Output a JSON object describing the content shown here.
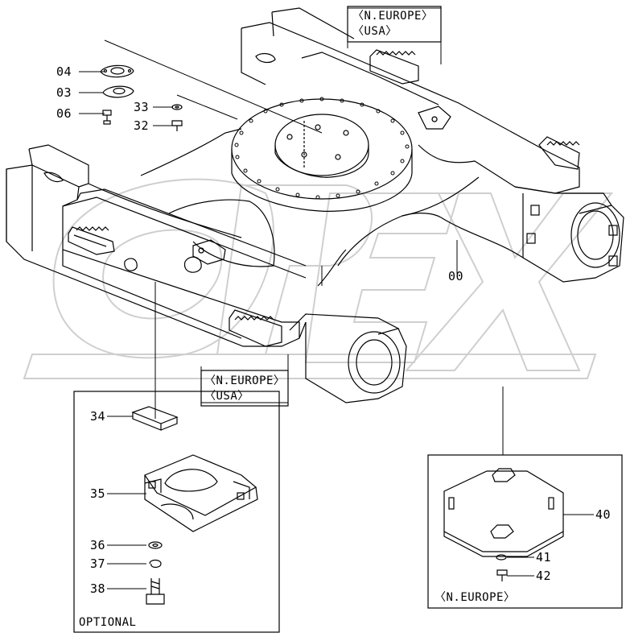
{
  "region_labels": {
    "top": [
      "〈N.EUROPE〉",
      "〈USA〉"
    ],
    "middle": [
      "〈N.EUROPE〉",
      "〈USA〉"
    ],
    "right_box": "〈N.EUROPE〉",
    "optional_box": "OPTIONAL"
  },
  "parts": {
    "p04": "04",
    "p03": "03",
    "p06": "06",
    "p33": "33",
    "p32": "32",
    "p00": "00",
    "p34": "34",
    "p35": "35",
    "p36": "36",
    "p37": "37",
    "p38": "38",
    "p40": "40",
    "p41": "41",
    "p42": "42"
  },
  "watermark_text": "OPEX",
  "colors": {
    "line": "#000000",
    "watermark": "#d9d9d9"
  }
}
